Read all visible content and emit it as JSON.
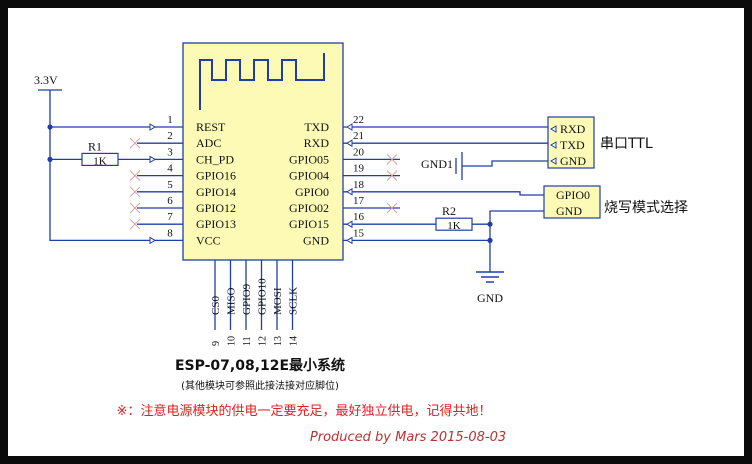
{
  "module": {
    "left_pins": [
      {
        "num": "1",
        "name": "REST"
      },
      {
        "num": "2",
        "name": "ADC"
      },
      {
        "num": "3",
        "name": "CH_PD"
      },
      {
        "num": "4",
        "name": "GPIO16"
      },
      {
        "num": "5",
        "name": "GPIO14"
      },
      {
        "num": "6",
        "name": "GPIO12"
      },
      {
        "num": "7",
        "name": "GPIO13"
      },
      {
        "num": "8",
        "name": "VCC"
      }
    ],
    "right_pins": [
      {
        "num": "22",
        "name": "TXD"
      },
      {
        "num": "21",
        "name": "RXD"
      },
      {
        "num": "20",
        "name": "GPIO05"
      },
      {
        "num": "19",
        "name": "GPIO04"
      },
      {
        "num": "18",
        "name": "GPIO0"
      },
      {
        "num": "17",
        "name": "GPIO02"
      },
      {
        "num": "16",
        "name": "GPIO15"
      },
      {
        "num": "15",
        "name": "GND"
      }
    ],
    "bottom_pins": [
      {
        "num": "9",
        "name": "CS0"
      },
      {
        "num": "10",
        "name": "MISO"
      },
      {
        "num": "11",
        "name": "GPIO9"
      },
      {
        "num": "12",
        "name": "GPIO10"
      },
      {
        "num": "13",
        "name": "MOSI"
      },
      {
        "num": "14",
        "name": "SCLK"
      }
    ]
  },
  "power": {
    "label": "3.3V"
  },
  "r1": {
    "ref": "R1",
    "value": "1K"
  },
  "r2": {
    "ref": "R2",
    "value": "1K"
  },
  "serial_connector": {
    "pins": [
      "RXD",
      "TXD",
      "GND"
    ],
    "caption": "串口TTL"
  },
  "gnd1_label": "GND1",
  "program_connector": {
    "pins": [
      "GPIO0",
      "GND"
    ],
    "caption": "烧写模式选择"
  },
  "gnd_label": "GND",
  "title": "ESP-07,08,12E最小系统",
  "subtitle": "(其他模块可参照此接法接对应脚位)",
  "warning": "※：注意电源模块的供电一定要充足，最好独立供电，记得共地！",
  "credit": "Produced by Mars  2015-08-03",
  "colors": {
    "wire": "#1f3fa6",
    "text": "#111111",
    "module_fill": "#fdfab5",
    "warning": "#e02020",
    "credit": "#b83232",
    "paper": "#ffffff"
  }
}
